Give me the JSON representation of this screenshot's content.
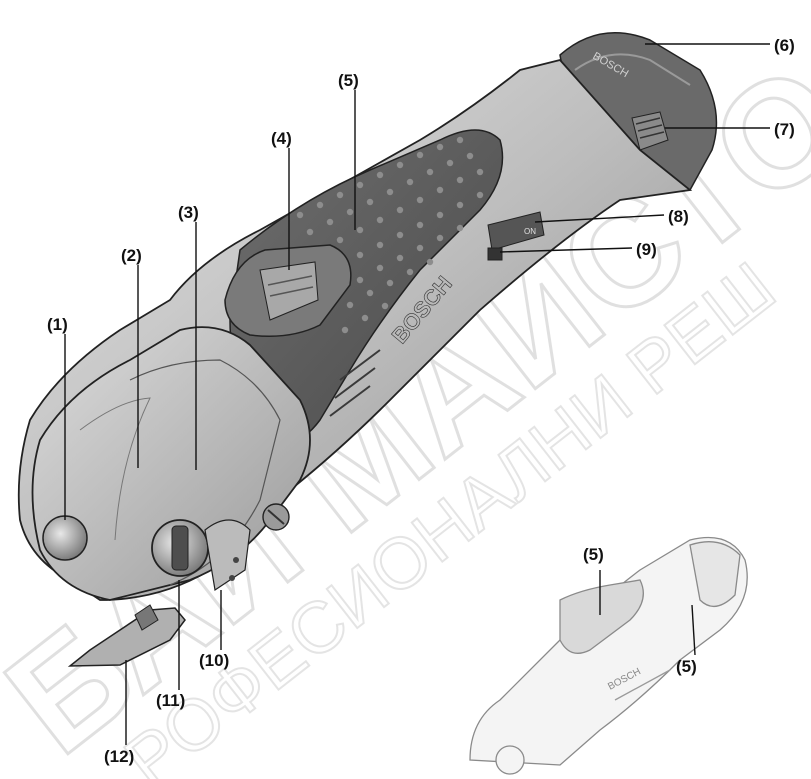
{
  "labels": {
    "l1": "(1)",
    "l2": "(2)",
    "l3": "(3)",
    "l4": "(4)",
    "l5": "(5)",
    "l6": "(6)",
    "l7": "(7)",
    "l8": "(8)",
    "l9": "(9)",
    "l10": "(10)",
    "l11": "(11)",
    "l12": "(12)",
    "l5b": "(5)",
    "l5c": "(5)"
  },
  "product_marks": {
    "brand_main": "BOSCH",
    "brand_small": "BOSCH",
    "switch_text": "ON"
  },
  "watermark": {
    "line1": "БАЙ МАЙСТО",
    "line2": "РОФЕСИОНАЛНИ РЕШ"
  },
  "colors": {
    "housing_dark": "#5a5a5a",
    "housing_mid": "#8c8c8c",
    "housing_light": "#d9d9d9",
    "watermark": "#c8c8c8"
  }
}
